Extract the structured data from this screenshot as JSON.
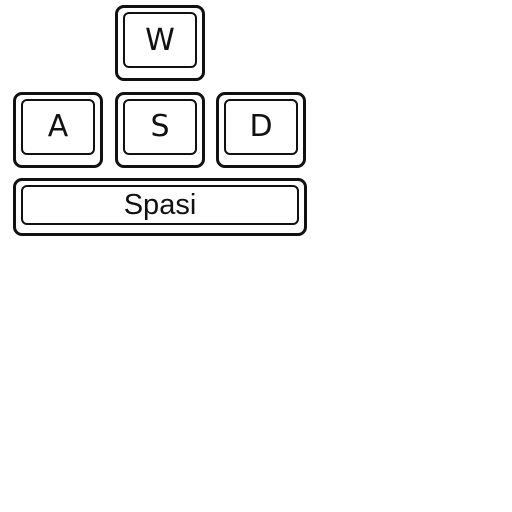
{
  "keys": {
    "w": "W",
    "a": "A",
    "s": "S",
    "d": "D",
    "space": "Spasi"
  }
}
